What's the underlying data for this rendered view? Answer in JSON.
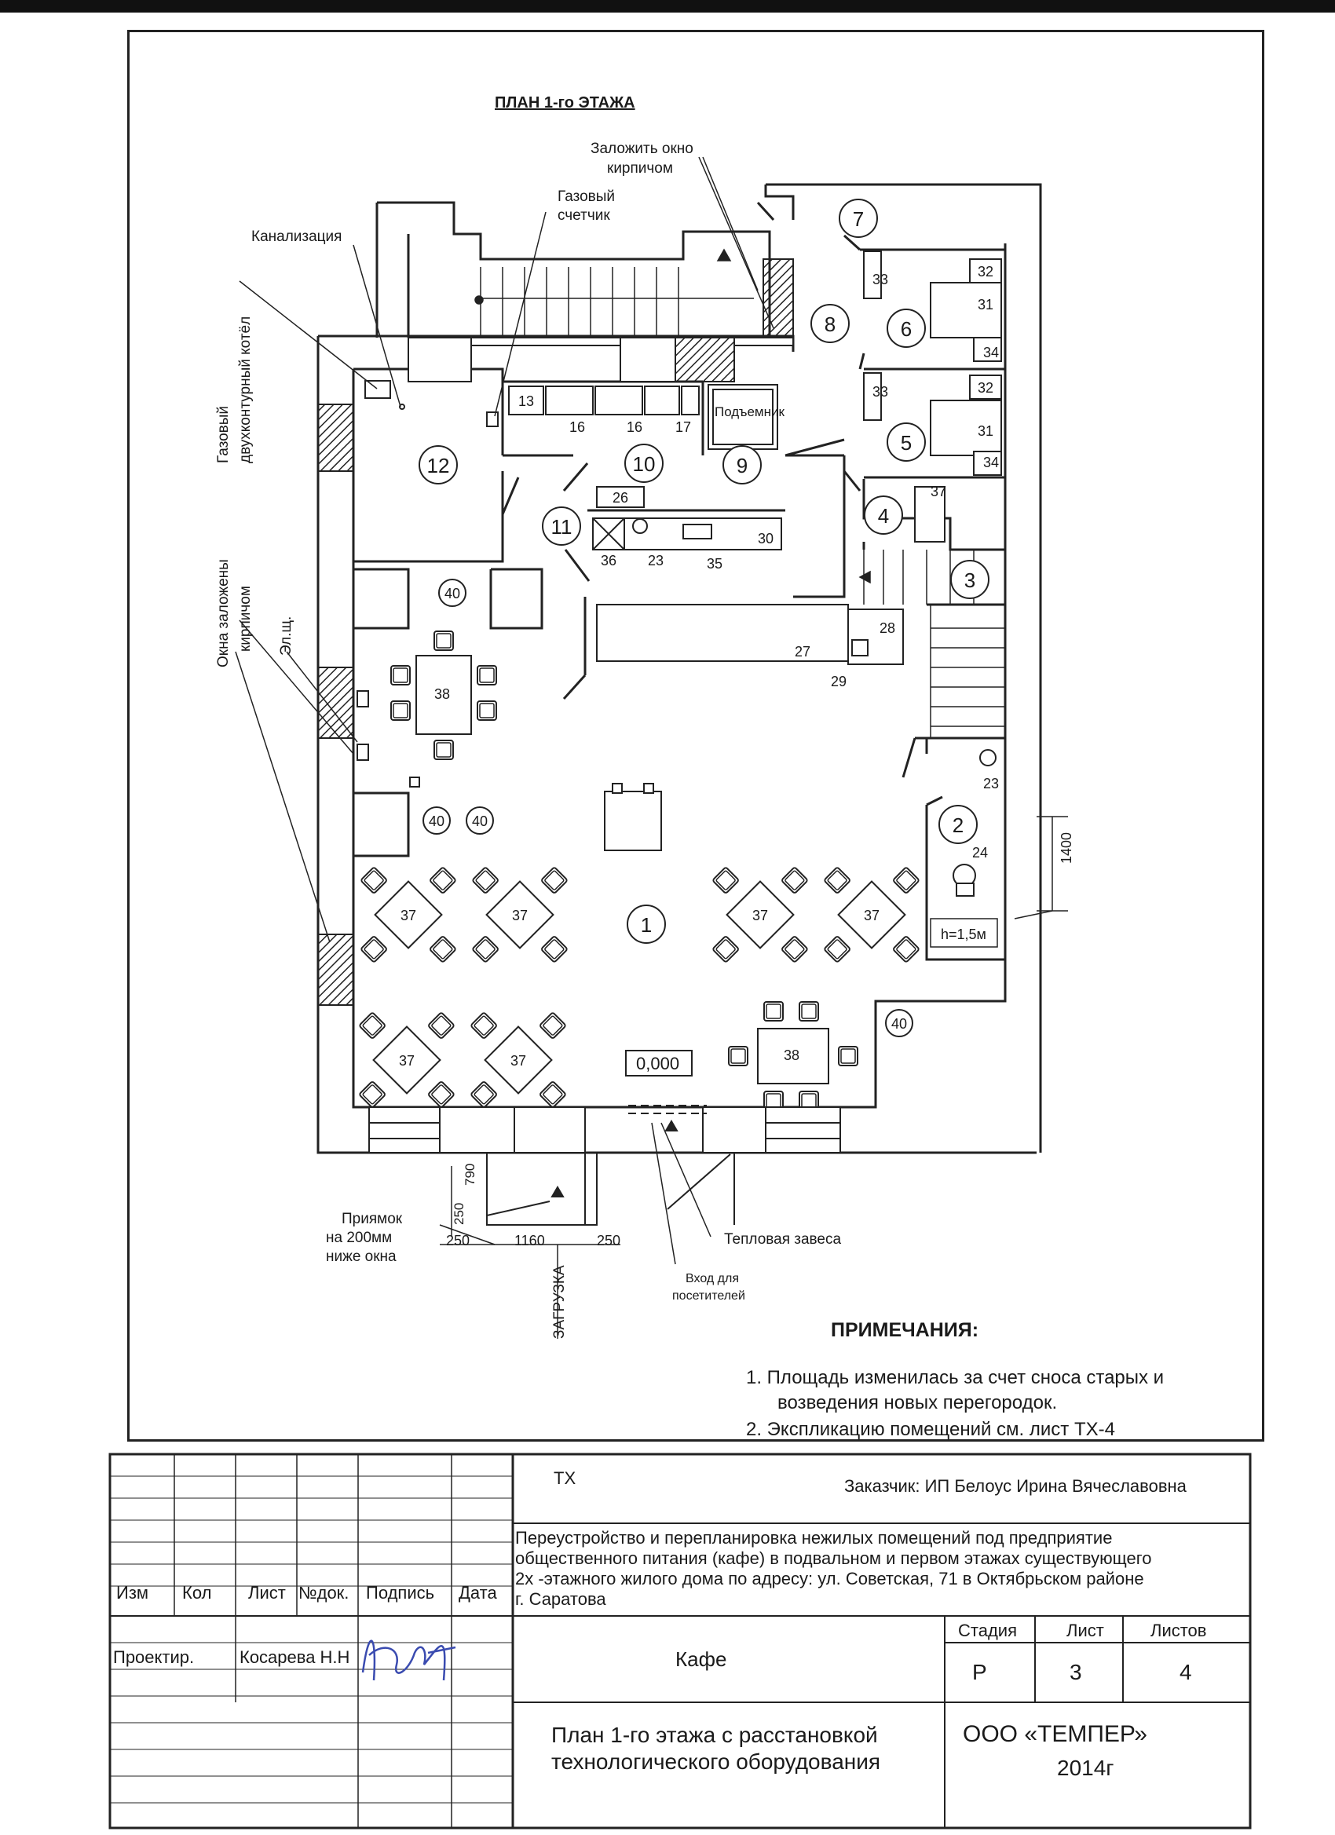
{
  "plan": {
    "title": "ПЛАН 1-го ЭТАЖА",
    "rooms": [
      "1",
      "2",
      "3",
      "4",
      "5",
      "6",
      "7",
      "8",
      "9",
      "10",
      "11",
      "12"
    ],
    "equipment": {
      "e13": "13",
      "e16": "16",
      "e17": "17",
      "e23": "23",
      "e24": "24",
      "e26": "26",
      "e27": "27",
      "e28": "28",
      "e29": "29",
      "e30": "30",
      "e31": "31",
      "e32": "32",
      "e33": "33",
      "e34": "34",
      "e35": "35",
      "e36": "36",
      "e37": "37",
      "e38": "38",
      "e40": "40"
    },
    "labels": {
      "brick_window": "Заложить окно кирпичом",
      "brick_window_l1": "Заложить окно",
      "brick_window_l2": "кирпичом",
      "gas_meter_l1": "Газовый",
      "gas_meter_l2": "счетчик",
      "sewer": "Канализация",
      "boiler_l1": "Газовый",
      "boiler_l2": "двухконтурный котёл",
      "windows_l1": "Окна заложены",
      "windows_l2": "кирпичом",
      "el_panel": "Эл.щ.",
      "lift": "Подъемник",
      "floor_level": "0,000",
      "height": "h=1,5м",
      "dim_1400": "1400",
      "pit_l1": "Приямок",
      "pit_l2": "на 200мм",
      "pit_l3": "ниже окна",
      "dim_250a": "250",
      "dim_790": "790",
      "dim_250b": "250",
      "dim_1160": "1160",
      "dim_250c": "250",
      "loading": "ЗАГРУЗКА",
      "heat_curtain": "Тепловая завеса",
      "entrance_l1": "Вход для",
      "entrance_l2": "посетителей"
    }
  },
  "notes": {
    "title": "ПРИМЕЧАНИЯ:",
    "n1_l1": "1.  Площадь изменилась за счет сноса старых и",
    "n1_l2": "возведения новых перегородок.",
    "n2": "2. Экспликацию помещений см. лист ТХ-4"
  },
  "titleblock": {
    "code": "ТХ",
    "customer": "Заказчик: ИП Белоус Ирина Вячеславовна",
    "project_l1": "Переустройство и перепланировка нежилых помещений под предприятие",
    "project_l2": "общественного питания (кафе) в подвальном и первом этажах существующего",
    "project_l3": "2х -этажного жилого дома по адресу: ул. Советская, 71 в Октябрьском районе",
    "project_l4": " г. Саратова",
    "col_izm": "Изм",
    "col_kol": "Кол",
    "col_list": "Лист",
    "col_ndok": "№док.",
    "col_podpis": "Подпись",
    "col_data": "Дата",
    "role": "Проектир.",
    "designer": "Косарева Н.Н",
    "object": "Кафе",
    "stage_h": "Стадия",
    "sheet_h": "Лист",
    "sheets_h": "Листов",
    "stage": "Р",
    "sheet": "3",
    "sheets": "4",
    "drawing_l1": "План 1-го этажа с расстановкой",
    "drawing_l2": "технологического оборудования",
    "company": "ООО «ТЕМПЕР»",
    "year": "2014г"
  }
}
